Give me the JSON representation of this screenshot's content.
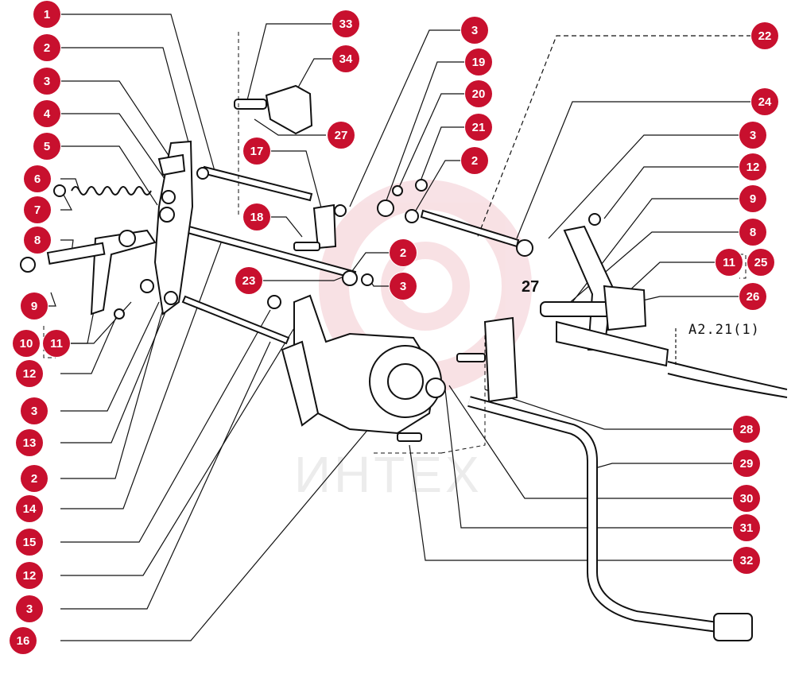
{
  "diagram": {
    "callouts": [
      {
        "id": "c1",
        "label": "1"
      },
      {
        "id": "c2a",
        "label": "2"
      },
      {
        "id": "c3a",
        "label": "3"
      },
      {
        "id": "c4",
        "label": "4"
      },
      {
        "id": "c5",
        "label": "5"
      },
      {
        "id": "c6",
        "label": "6"
      },
      {
        "id": "c7",
        "label": "7"
      },
      {
        "id": "c8a",
        "label": "8"
      },
      {
        "id": "c9a",
        "label": "9"
      },
      {
        "id": "c10",
        "label": "10"
      },
      {
        "id": "c11a",
        "label": "11"
      },
      {
        "id": "c12a",
        "label": "12"
      },
      {
        "id": "c3b",
        "label": "3"
      },
      {
        "id": "c13",
        "label": "13"
      },
      {
        "id": "c2b",
        "label": "2"
      },
      {
        "id": "c14",
        "label": "14"
      },
      {
        "id": "c15",
        "label": "15"
      },
      {
        "id": "c12b",
        "label": "12"
      },
      {
        "id": "c3c",
        "label": "3"
      },
      {
        "id": "c16",
        "label": "16"
      },
      {
        "id": "c33",
        "label": "33"
      },
      {
        "id": "c34",
        "label": "34"
      },
      {
        "id": "c27",
        "label": "27"
      },
      {
        "id": "c17",
        "label": "17"
      },
      {
        "id": "c18",
        "label": "18"
      },
      {
        "id": "c23",
        "label": "23"
      },
      {
        "id": "c2c",
        "label": "2"
      },
      {
        "id": "c3d",
        "label": "3"
      },
      {
        "id": "c3e",
        "label": "3"
      },
      {
        "id": "c19",
        "label": "19"
      },
      {
        "id": "c20",
        "label": "20"
      },
      {
        "id": "c21",
        "label": "21"
      },
      {
        "id": "c2d",
        "label": "2"
      },
      {
        "id": "c22",
        "label": "22"
      },
      {
        "id": "c24",
        "label": "24"
      },
      {
        "id": "c3f",
        "label": "3"
      },
      {
        "id": "c12c",
        "label": "12"
      },
      {
        "id": "c9b",
        "label": "9"
      },
      {
        "id": "c8b",
        "label": "8"
      },
      {
        "id": "c11b",
        "label": "11"
      },
      {
        "id": "c25",
        "label": "25"
      },
      {
        "id": "c26",
        "label": "26"
      },
      {
        "id": "c28",
        "label": "28"
      },
      {
        "id": "c29",
        "label": "29"
      },
      {
        "id": "c30",
        "label": "30"
      },
      {
        "id": "c31",
        "label": "31"
      },
      {
        "id": "c32",
        "label": "32"
      }
    ],
    "ref_27": "27",
    "ref_a221": "A2.21(1)",
    "watermark": "ИНТЕХ",
    "accent_color": "#c8102e"
  }
}
